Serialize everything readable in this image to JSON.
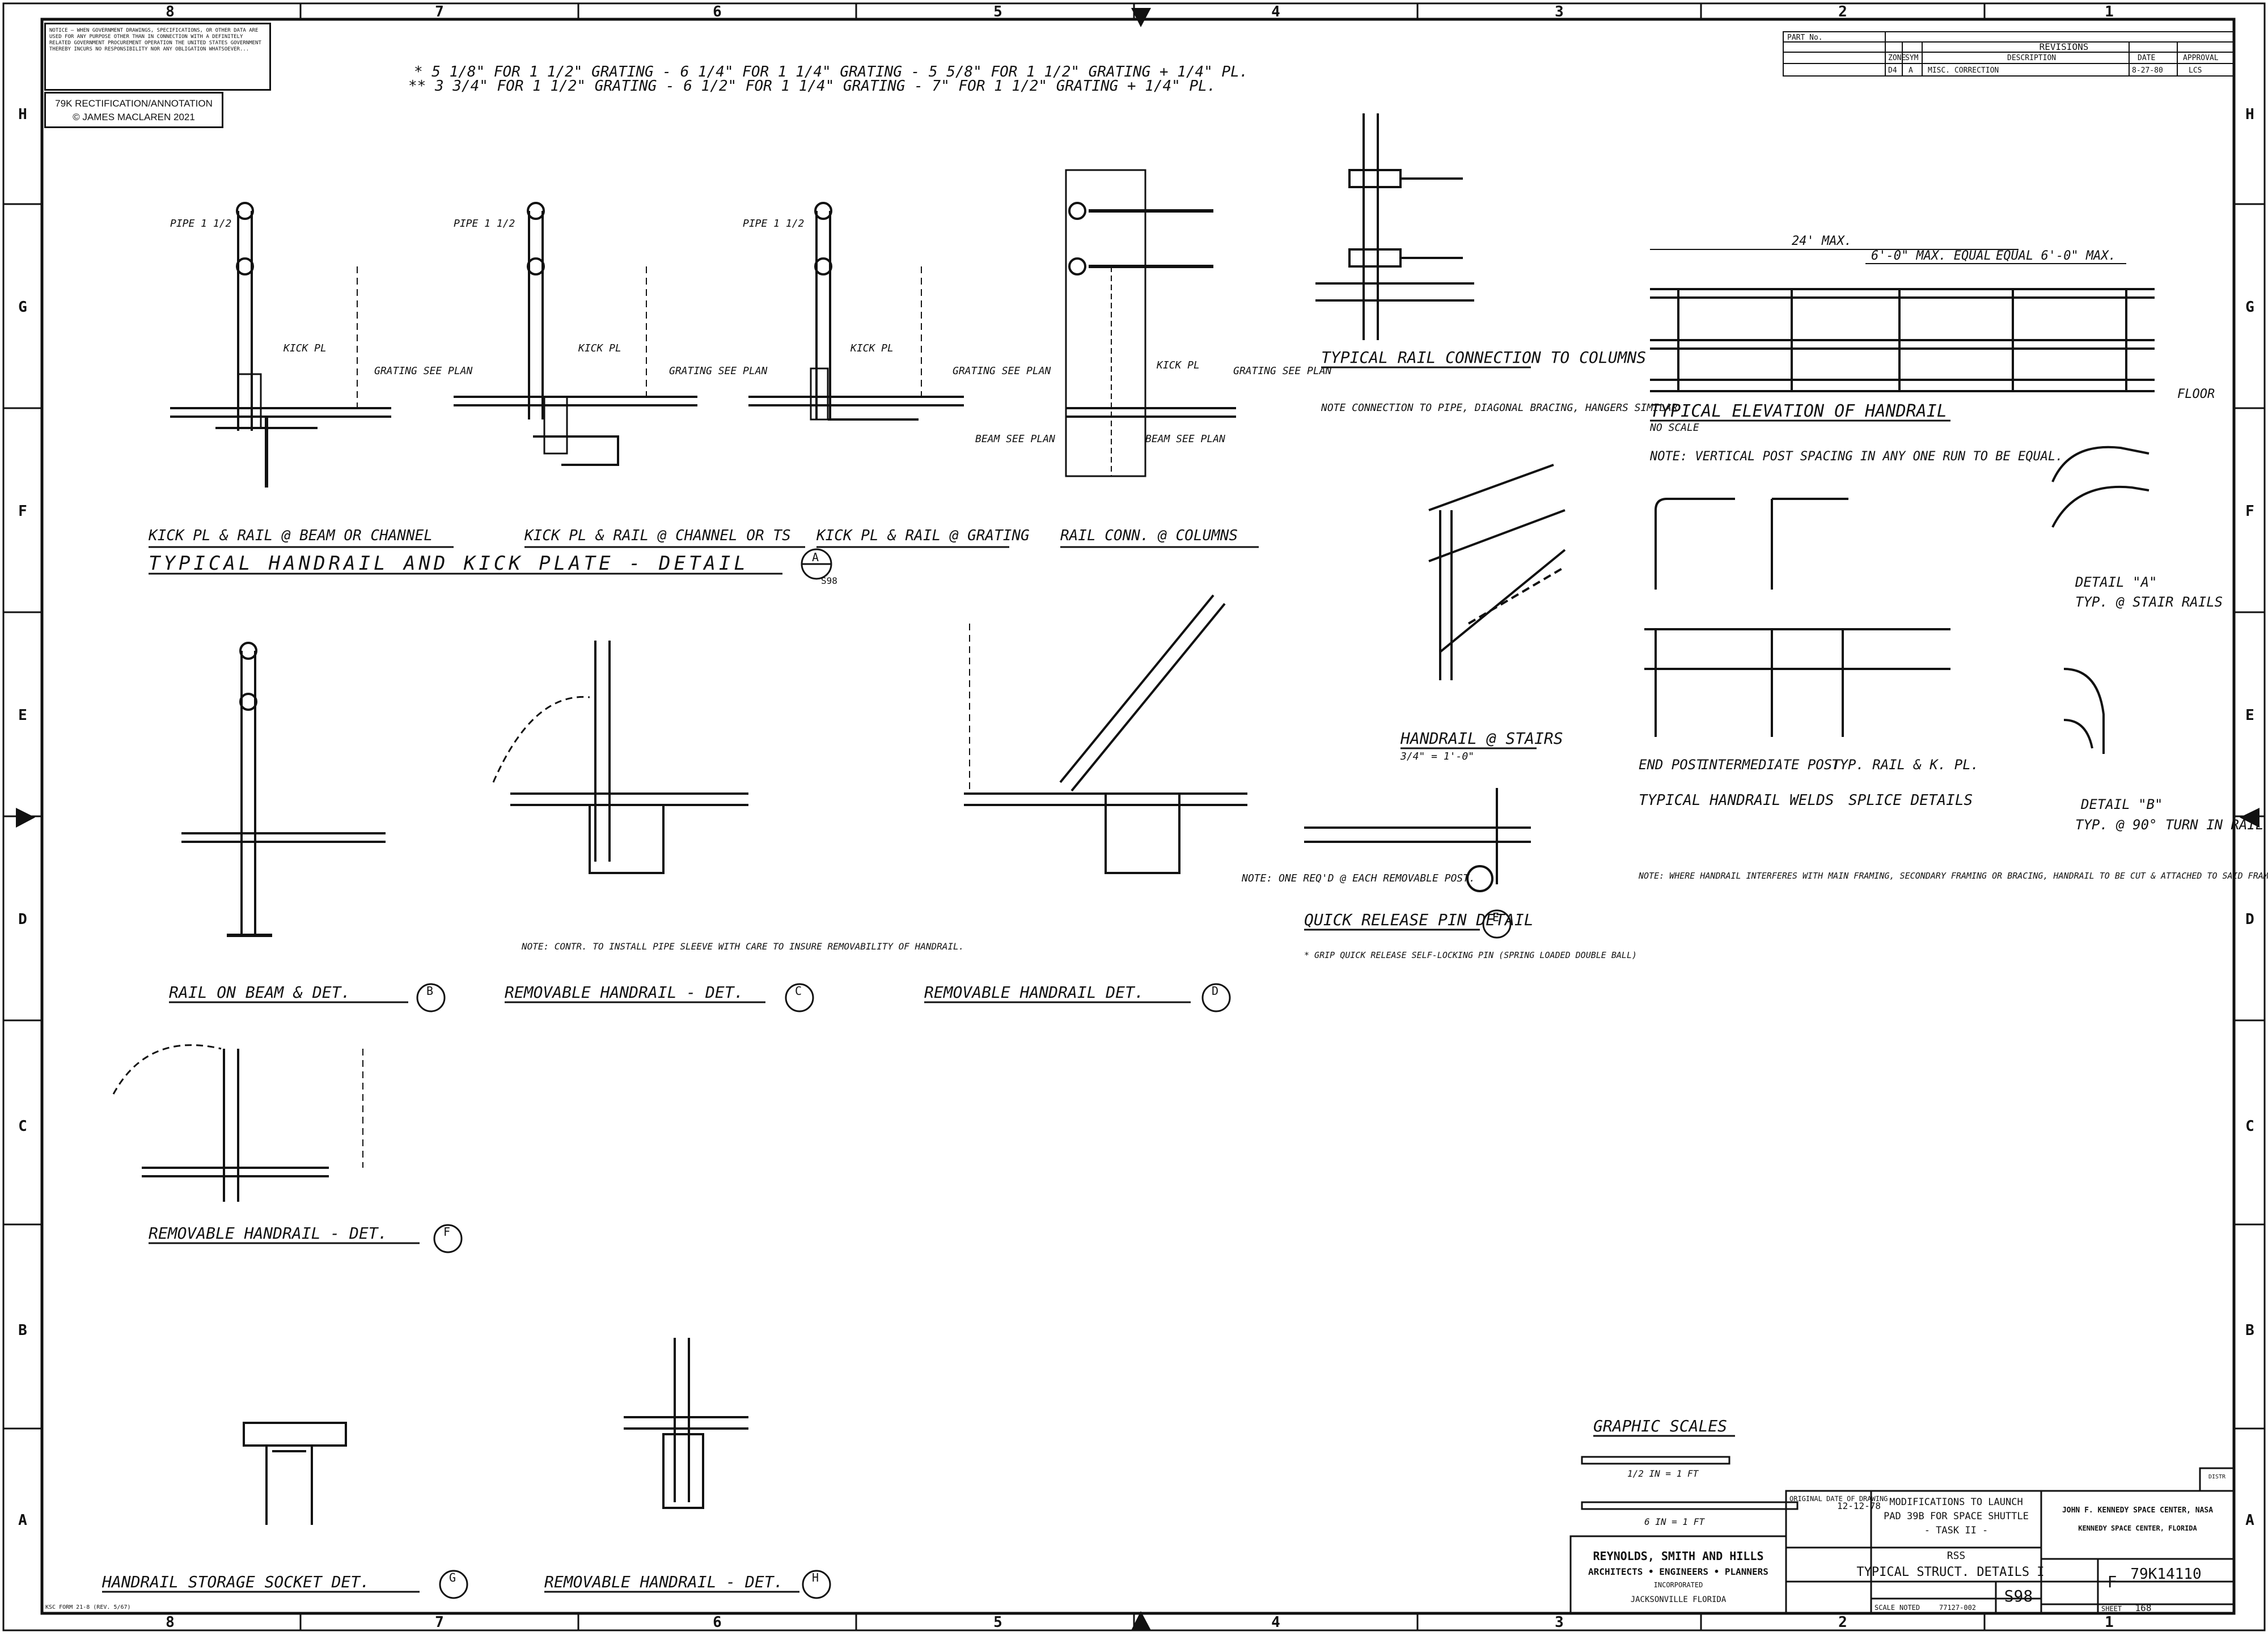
{
  "sheet": {
    "col_labels": [
      "8",
      "7",
      "6",
      "5",
      "4",
      "3",
      "2",
      "1"
    ],
    "row_labels": [
      "H",
      "G",
      "F",
      "E",
      "D",
      "C",
      "B",
      "A"
    ],
    "notice_text": "NOTICE — WHEN GOVERNMENT DRAWINGS, SPECIFICATIONS, OR OTHER DATA ARE USED FOR ANY PURPOSE OTHER THAN IN CONNECTION WITH A DEFINITELY RELATED GOVERNMENT PROCUREMENT OPERATION THE UNITED STATES GOVERNMENT THEREBY INCURS NO RESPONSIBILITY NOR ANY OBLIGATION WHATSOEVER...",
    "stamp_line1": "79K RECTIFICATION/ANNOTATION",
    "stamp_line2": "© JAMES MACLAREN 2021",
    "form_note": "KSC FORM 21-8 (REV. 5/67)"
  },
  "top_notes": {
    "line1": "* 5 1/8\" FOR 1 1/2\" GRATING - 6 1/4\" FOR 1 1/4\" GRATING - 5 5/8\" FOR 1 1/2\" GRATING + 1/4\" PL.",
    "line2": "** 3 3/4\" FOR 1 1/2\" GRATING - 6 1/2\" FOR 1 1/4\" GRATING - 7\" FOR 1 1/2\" GRATING + 1/4\" PL."
  },
  "revisions": {
    "part_no_label": "PART No.",
    "header": "REVISIONS",
    "cols": [
      "ZONE",
      "SYM",
      "DESCRIPTION",
      "DATE",
      "APPROVAL"
    ],
    "row": {
      "zone": "D4",
      "sym": "A",
      "description": "MISC. CORRECTION",
      "date": "8-27-80",
      "approval": "LCS"
    }
  },
  "details": {
    "kick_beam": "KICK PL & RAIL @ BEAM OR CHANNEL",
    "kick_channel": "KICK PL & RAIL @ CHANNEL OR TS",
    "kick_grating": "KICK PL & RAIL @ GRATING",
    "rail_conn_cols": "RAIL CONN. @ COLUMNS",
    "detail_a_title": "TYPICAL HANDRAIL AND KICK PLATE - DETAIL",
    "detail_a_tag": "A",
    "detail_a_sheet": "S98",
    "typ_rail_conn": "TYPICAL RAIL CONNECTION TO COLUMNS",
    "typ_rail_note": "NOTE CONNECTION TO PIPE, DIAGONAL BRACING, HANGERS SIMILAR",
    "typ_elev": "TYPICAL ELEVATION OF HANDRAIL",
    "no_scale": "NO SCALE",
    "elev_note": "NOTE: VERTICAL POST SPACING IN ANY ONE RUN TO BE EQUAL.",
    "dim_24": "24' MAX.",
    "dim_6max": "6'-0\" MAX. EQUAL",
    "dim_equal": "EQUAL 6'-0\" MAX.",
    "handrail_stairs": "HANDRAIL @ STAIRS",
    "stairs_scale": "3/4\" = 1'-0\"",
    "end_post": "END POST",
    "int_post": "INTERMEDIATE POST",
    "typ_rail_kpl": "TYP. RAIL & K. PL.",
    "welds": "TYPICAL HANDRAIL WELDS",
    "splice": "SPLICE DETAILS",
    "detail_a2": "DETAIL \"A\"",
    "detail_a2_sub": "TYP. @ STAIR RAILS",
    "detail_b2": "DETAIL \"B\"",
    "detail_b2_sub": "TYP. @ 90° TURN IN RAIL",
    "rail_on_beam": "RAIL ON BEAM & DET.",
    "rail_on_beam_tag": "B",
    "removable_c": "REMOVABLE HANDRAIL - DET.",
    "removable_c_tag": "C",
    "removable_d": "REMOVABLE HANDRAIL DET.",
    "removable_d_tag": "D",
    "qr_pin": "QUICK RELEASE PIN DETAIL",
    "qr_pin_tag": "E",
    "qr_note": "NOTE: ONE REQ'D @ EACH REMOVABLE POST.",
    "qr_grip": "* GRIP QUICK RELEASE SELF-LOCKING PIN (SPRING LOADED DOUBLE BALL)",
    "removable_f": "REMOVABLE HANDRAIL - DET.",
    "removable_f_tag": "F",
    "storage": "HANDRAIL STORAGE SOCKET DET.",
    "storage_tag": "G",
    "removable_h": "REMOVABLE HANDRAIL - DET.",
    "removable_h_tag": "H",
    "interfere_note": "NOTE: WHERE HANDRAIL INTERFERES WITH MAIN FRAMING, SECONDARY FRAMING OR BRACING, HANDRAIL TO BE CUT & ATTACHED TO SAID FRAMING. WELD DIRECTLY TO FRAMING OR PROVIDE PLATES AS REQUIRED SIMILAR TO TYPICAL RAIL CONNECTION TO COLUMNS.",
    "sleeve_note": "NOTE: CONTR. TO INSTALL PIPE SLEEVE WITH CARE TO INSURE REMOVABILITY OF HANDRAIL.",
    "graphic_scales": "GRAPHIC SCALES",
    "scale1": "1/2 IN = 1 FT",
    "scale2": "6 IN = 1 FT",
    "pipe_label": "PIPE 1 1/2",
    "grating_label": "GRATING SEE PLAN",
    "kick_label": "KICK PL",
    "beam_label": "BEAM SEE PLAN",
    "floor": "FLOOR"
  },
  "title_block": {
    "firm_name": "REYNOLDS, SMITH AND HILLS",
    "firm_sub": "ARCHITECTS • ENGINEERS • PLANNERS",
    "firm_inc": "INCORPORATED",
    "firm_city": "JACKSONVILLE  FLORIDA",
    "orig_date_label": "ORIGINAL DATE OF DRAWING",
    "orig_date": "12-12-78",
    "project_l1": "MODIFICATIONS TO LAUNCH",
    "project_l2": "PAD 39B  FOR SPACE SHUTTLE",
    "project_l3": "- TASK II -",
    "rss": "RSS",
    "drawing_title": "TYPICAL STRUCT. DETAILS I",
    "sheet_code": "S98",
    "agency": "JOHN F. KENNEDY SPACE CENTER, NASA",
    "agency_sub": "KENNEDY SPACE CENTER, FLORIDA",
    "size": "F",
    "dwg_no": "79K14110",
    "sheet_label": "SHEET",
    "sheet_no": "168",
    "scale_label": "SCALE",
    "scale": "NOTED",
    "contract": "77127-002",
    "distr": "DISTR"
  }
}
